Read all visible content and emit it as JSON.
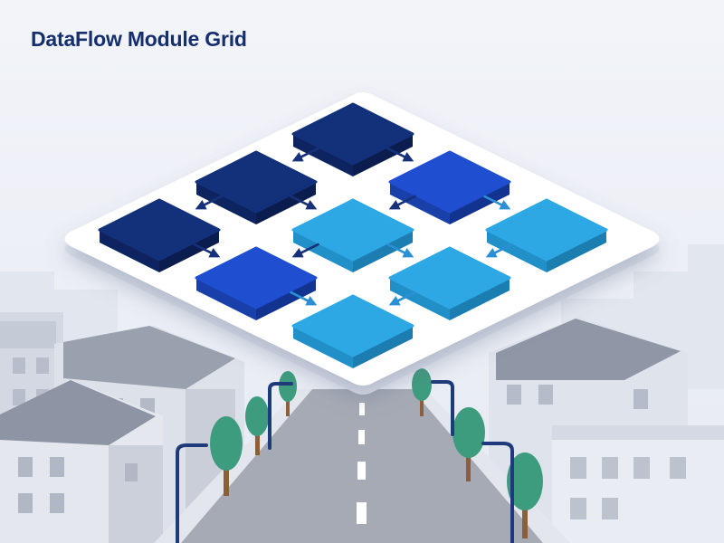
{
  "header": {
    "title": "DataFlow Module Grid"
  },
  "colors": {
    "title": "#152f6e",
    "background": "#eef1f7",
    "platform_top": "#ffffff",
    "platform_edge": "#dfe4ee",
    "module_navy": "#13307a",
    "module_royal": "#1f4fd0",
    "module_sky": "#2ea8e4",
    "arrow_navy": "#16307a",
    "arrow_sky": "#2a90d6",
    "tree": "#3d9c7e",
    "trunk": "#8b5e3c",
    "road": "#9ea3ae",
    "lamp": "#1f3a7a"
  },
  "icons": [
    "module-block-icon",
    "flow-arrow-icon",
    "tree-icon",
    "street-lamp-icon",
    "building-icon"
  ],
  "diagram": {
    "modules": [
      {
        "id": "r0c0",
        "row": 0,
        "col": 0,
        "tone": "navy"
      },
      {
        "id": "r0c1",
        "row": 0,
        "col": 1,
        "tone": "royal"
      },
      {
        "id": "r0c2",
        "row": 0,
        "col": 2,
        "tone": "sky"
      },
      {
        "id": "r1c0",
        "row": 1,
        "col": 0,
        "tone": "navy"
      },
      {
        "id": "r1c1",
        "row": 1,
        "col": 1,
        "tone": "sky"
      },
      {
        "id": "r1c2",
        "row": 1,
        "col": 2,
        "tone": "sky"
      },
      {
        "id": "r2c0",
        "row": 2,
        "col": 0,
        "tone": "navy"
      },
      {
        "id": "r2c1",
        "row": 2,
        "col": 1,
        "tone": "royal"
      },
      {
        "id": "r2c2",
        "row": 2,
        "col": 2,
        "tone": "sky"
      }
    ],
    "connections": [
      {
        "from": "r0c0",
        "to": "r0c1",
        "tone": "navy"
      },
      {
        "from": "r0c1",
        "to": "r0c2",
        "tone": "sky"
      },
      {
        "from": "r0c0",
        "to": "r1c0",
        "tone": "navy"
      },
      {
        "from": "r0c1",
        "to": "r1c1",
        "tone": "navy"
      },
      {
        "from": "r0c2",
        "to": "r1c2",
        "tone": "sky"
      },
      {
        "from": "r1c0",
        "to": "r1c1",
        "tone": "navy"
      },
      {
        "from": "r1c1",
        "to": "r1c2",
        "tone": "sky"
      },
      {
        "from": "r1c0",
        "to": "r2c0",
        "tone": "navy"
      },
      {
        "from": "r1c1",
        "to": "r2c1",
        "tone": "navy"
      },
      {
        "from": "r1c2",
        "to": "r2c2",
        "tone": "sky"
      },
      {
        "from": "r2c0",
        "to": "r2c1",
        "tone": "navy"
      },
      {
        "from": "r2c1",
        "to": "r2c2",
        "tone": "sky"
      }
    ]
  }
}
